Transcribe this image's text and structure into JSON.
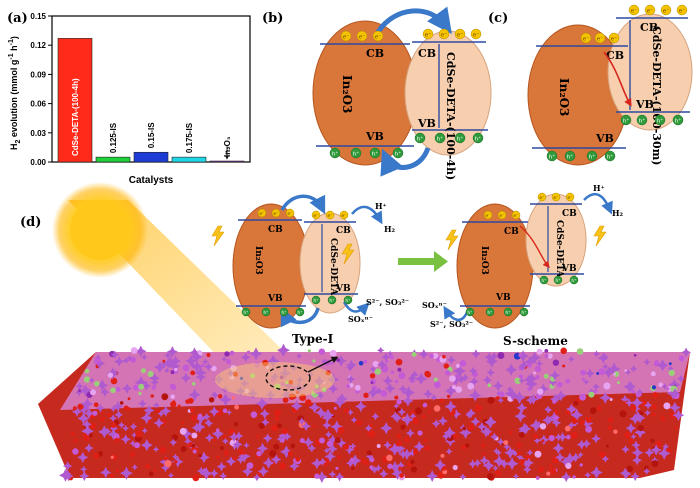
{
  "panel_labels": {
    "a": "(a)",
    "b": "(b)",
    "c": "(c)",
    "d": "(d)"
  },
  "colors": {
    "in2o3_fill": "#d9763a",
    "cdse_fill": "#f7cfae",
    "electron": "#f5c400",
    "hole": "#2e9a3a",
    "arrow_blue": "#3a78c9",
    "arrow_red": "#d8261c",
    "arrow_green": "#7ac142",
    "bar_red": "#ff2a1a",
    "bar_green": "#1fd23a",
    "bar_blue": "#1d3cd6",
    "bar_cyan": "#1ed7e6",
    "bar_purple": "#9a33c4"
  },
  "chart_data": {
    "type": "bar",
    "categories": [
      "CdSe-DETA-(100-4h)",
      "0.125-IS",
      "0.15-IS",
      "0.175-IS",
      "In2O3"
    ],
    "category_display": [
      "CdSe-DETA-(100-4h)",
      "0.125-IS",
      "0.15-IS",
      "0.175-IS",
      "In₂O₃"
    ],
    "values": [
      0.127,
      0.005,
      0.01,
      0.005,
      0.001
    ],
    "bar_colors": [
      "#ff2a1a",
      "#1fd23a",
      "#1d3cd6",
      "#1ed7e6",
      "#9a33c4"
    ],
    "xlabel": "Catalysts",
    "ylabel_main": "H",
    "ylabel_sub": "2",
    "ylabel_rest": " evolution (mmol g",
    "ylabel_sup1": "-1",
    "ylabel_mid": " h",
    "ylabel_sup2": "-1",
    "ylabel_end": ")",
    "ylim": [
      0,
      0.15
    ],
    "yticks": [
      "0.00",
      "0.03",
      "0.06",
      "0.09",
      "0.12",
      "0.15"
    ],
    "ytick_values": [
      0,
      0.03,
      0.06,
      0.09,
      0.12,
      0.15
    ],
    "grid": false
  },
  "panel_b": {
    "left_material": "In₂O3",
    "right_material": "CdSe-DETA-(100-4h)",
    "cb": "CB",
    "vb": "VB",
    "electron": "e⁻",
    "hole": "h⁺"
  },
  "panel_c": {
    "left_material": "In₂O3",
    "right_material": "CdSe-DETA-(100-30m)",
    "cb": "CB",
    "vb": "VB",
    "electron": "e⁻",
    "hole": "h⁺"
  },
  "panel_d": {
    "typeI": {
      "left_material": "In₂O3",
      "right_material": "CdSe-DETA",
      "cb": "CB",
      "vb": "VB",
      "h_plus": "H⁺",
      "h2": "H₂",
      "sacrificial": "S²⁻, SO₃²⁻",
      "sox": "SOₓⁿ⁻",
      "caption": "Type-I"
    },
    "sscheme": {
      "left_material": "In₂O3",
      "right_material": "CdSe-DETA",
      "cb": "CB",
      "vb": "VB",
      "h_plus": "H⁺",
      "h2": "H₂",
      "sacrificial": "S²⁻, SO₃²⁻",
      "sox": "SOₓⁿ⁻",
      "caption": "S-scheme"
    }
  }
}
